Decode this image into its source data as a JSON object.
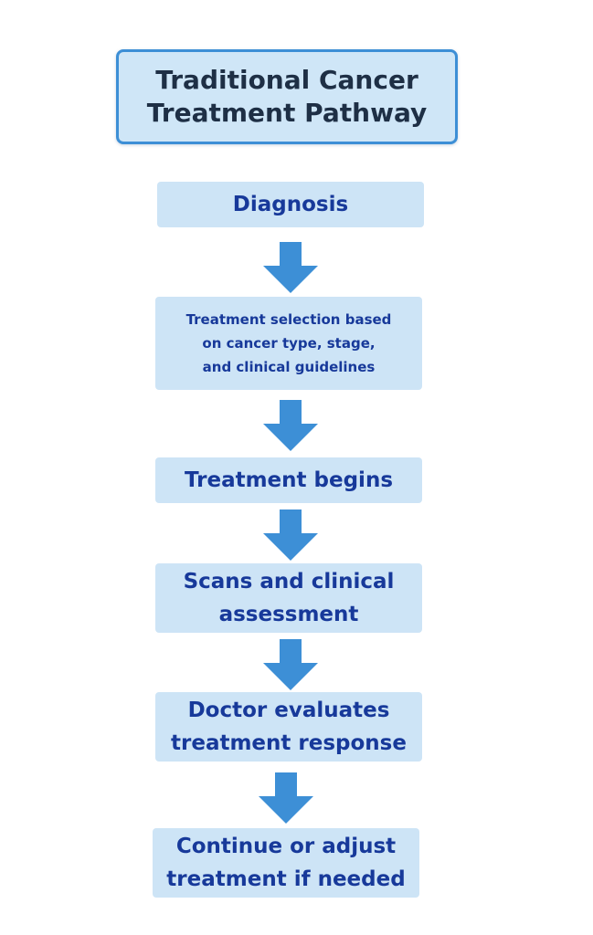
{
  "title": {
    "lines": [
      "Traditional Cancer",
      "Treatment Pathway"
    ]
  },
  "steps": [
    {
      "lines": [
        "Diagnosis"
      ]
    },
    {
      "lines": [
        "Treatment selection based",
        "on cancer type, stage,",
        "and clinical guidelines"
      ]
    },
    {
      "lines": [
        "Treatment begins"
      ]
    },
    {
      "lines": [
        "Scans and clinical",
        "assessment"
      ]
    },
    {
      "lines": [
        "Doctor evaluates",
        "treatment response"
      ]
    },
    {
      "lines": [
        "Continue or adjust",
        "treatment if needed"
      ]
    }
  ],
  "colors": {
    "title_fill": "#cfe6f7",
    "title_border": "#3d8fd6",
    "title_text": "#1e2f45",
    "step_fill": "#cde4f6",
    "step_text": "#17399a",
    "arrow": "#3d8fd6"
  },
  "icons": {
    "connector": "arrow-down-icon"
  }
}
